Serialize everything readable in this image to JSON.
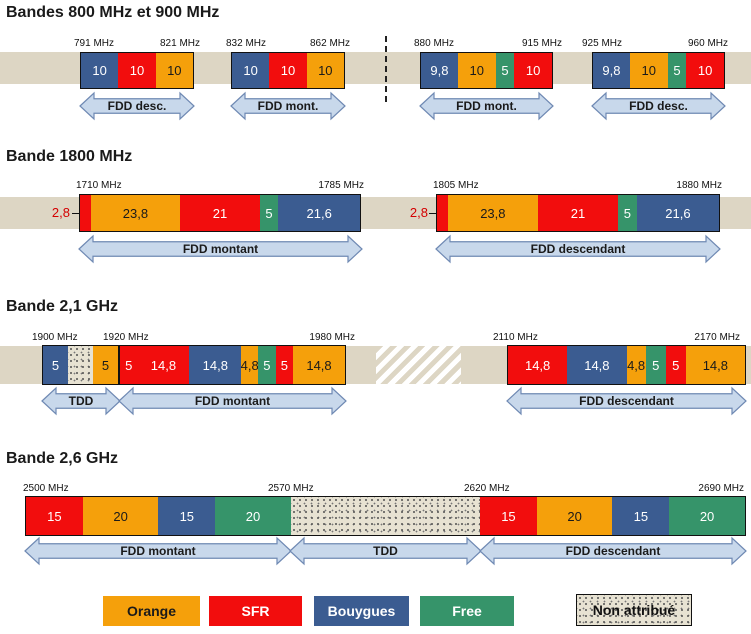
{
  "colors": {
    "orange": "#f5a00b",
    "sfr": "#f20d0d",
    "bouygues": "#3b5c91",
    "free": "#36946a",
    "strip": "#ddd6c4",
    "arrow_fill": "#c8d8eb",
    "arrow_stroke": "#6f89b3",
    "extra_red": "#d40000"
  },
  "titles": {
    "b800": "Bandes 800 MHz et 900 MHz",
    "b1800": "Bande 1800 MHz",
    "b21": "Bande 2,1 GHz",
    "b26": "Bande 2,6 GHz"
  },
  "blocks": [
    {
      "id": "b800-down",
      "segments": [
        {
          "c": "blue",
          "v": "10",
          "w": 10
        },
        {
          "c": "red",
          "v": "10",
          "w": 10
        },
        {
          "c": "orange",
          "v": "10",
          "w": 10
        }
      ]
    },
    {
      "id": "b800-up",
      "segments": [
        {
          "c": "blue",
          "v": "10",
          "w": 10
        },
        {
          "c": "red",
          "v": "10",
          "w": 10
        },
        {
          "c": "orange",
          "v": "10",
          "w": 10
        }
      ]
    },
    {
      "id": "b900-up",
      "segments": [
        {
          "c": "blue",
          "v": "9,8",
          "w": 9.8
        },
        {
          "c": "orange",
          "v": "10",
          "w": 10
        },
        {
          "c": "green",
          "v": "5",
          "w": 5
        },
        {
          "c": "red",
          "v": "10",
          "w": 10
        }
      ]
    },
    {
      "id": "b900-down",
      "segments": [
        {
          "c": "blue",
          "v": "9,8",
          "w": 9.8
        },
        {
          "c": "orange",
          "v": "10",
          "w": 10
        },
        {
          "c": "green",
          "v": "5",
          "w": 5
        },
        {
          "c": "red",
          "v": "10",
          "w": 10
        }
      ]
    },
    {
      "id": "b1800-up",
      "segments": [
        {
          "c": "red",
          "v": "",
          "w": 2.8
        },
        {
          "c": "orange",
          "v": "23,8",
          "w": 23.8
        },
        {
          "c": "red",
          "v": "21",
          "w": 21
        },
        {
          "c": "green",
          "v": "5",
          "w": 5
        },
        {
          "c": "blue",
          "v": "21,6",
          "w": 21.6
        }
      ]
    },
    {
      "id": "b1800-down",
      "segments": [
        {
          "c": "red",
          "v": "",
          "w": 2.8
        },
        {
          "c": "orange",
          "v": "23,8",
          "w": 23.8
        },
        {
          "c": "red",
          "v": "21",
          "w": 21
        },
        {
          "c": "green",
          "v": "5",
          "w": 5
        },
        {
          "c": "blue",
          "v": "21,6",
          "w": 21.6
        }
      ]
    },
    {
      "id": "b21-tdd",
      "segments": [
        {
          "c": "blue",
          "v": "5",
          "w": 5
        },
        {
          "c": "dots",
          "v": "",
          "w": 5
        },
        {
          "c": "orange",
          "v": "5",
          "w": 5
        }
      ]
    },
    {
      "id": "b21-up",
      "segments": [
        {
          "c": "red",
          "v": "5",
          "w": 5
        },
        {
          "c": "red",
          "v": "14,8",
          "w": 14.8
        },
        {
          "c": "blue",
          "v": "14,8",
          "w": 14.8
        },
        {
          "c": "orange",
          "v": "4,8",
          "w": 4.8
        },
        {
          "c": "green",
          "v": "5",
          "w": 5
        },
        {
          "c": "red",
          "v": "5",
          "w": 5
        },
        {
          "c": "orange",
          "v": "14,8",
          "w": 14.8
        }
      ]
    },
    {
      "id": "b21-down",
      "segments": [
        {
          "c": "red",
          "v": "14,8",
          "w": 14.8
        },
        {
          "c": "blue",
          "v": "14,8",
          "w": 14.8
        },
        {
          "c": "orange",
          "v": "4,8",
          "w": 4.8
        },
        {
          "c": "green",
          "v": "5",
          "w": 5
        },
        {
          "c": "red",
          "v": "5",
          "w": 5
        },
        {
          "c": "orange",
          "v": "14,8",
          "w": 14.8
        }
      ]
    },
    {
      "id": "b26",
      "segments": [
        {
          "c": "red",
          "v": "15",
          "w": 15
        },
        {
          "c": "orange",
          "v": "20",
          "w": 20
        },
        {
          "c": "blue",
          "v": "15",
          "w": 15
        },
        {
          "c": "green",
          "v": "20",
          "w": 20
        },
        {
          "c": "dots",
          "v": "",
          "w": 50
        },
        {
          "c": "red",
          "v": "15",
          "w": 15
        },
        {
          "c": "orange",
          "v": "20",
          "w": 20
        },
        {
          "c": "blue",
          "v": "15",
          "w": 15
        },
        {
          "c": "green",
          "v": "20",
          "w": 20
        }
      ]
    }
  ],
  "freqs": {
    "f791": "791 MHz",
    "f821": "821 MHz",
    "f832": "832 MHz",
    "f862": "862 MHz",
    "f880": "880 MHz",
    "f915": "915 MHz",
    "f925": "925 MHz",
    "f960": "960 MHz",
    "f1710": "1710 MHz",
    "f1785": "1785 MHz",
    "f1805": "1805 MHz",
    "f1880": "1880 MHz",
    "f1900": "1900 MHz",
    "f1920": "1920 MHz",
    "f1980": "1980 MHz",
    "f2110": "2110 MHz",
    "f2170": "2170 MHz",
    "f2500": "2500 MHz",
    "f2570": "2570 MHz",
    "f2620": "2620 MHz",
    "f2690": "2690 MHz"
  },
  "extras": {
    "b1800_up": "2,8",
    "b1800_down": "2,8"
  },
  "arrows": {
    "b800_down": "FDD desc.",
    "b800_up": "FDD mont.",
    "b900_up": "FDD mont.",
    "b900_down": "FDD desc.",
    "b1800_up": "FDD montant",
    "b1800_down": "FDD descendant",
    "b21_tdd": "TDD",
    "b21_up": "FDD montant",
    "b21_down": "FDD descendant",
    "b26_up": "FDD montant",
    "b26_tdd": "TDD",
    "b26_down": "FDD descendant"
  },
  "legend": {
    "orange": "Orange",
    "sfr": "SFR",
    "bouygues": "Bouygues",
    "free": "Free",
    "unassigned": "Non attribué"
  }
}
